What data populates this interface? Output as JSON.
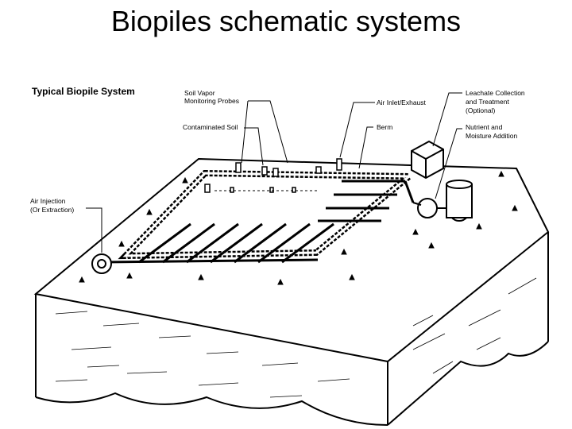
{
  "slide": {
    "title": "Biopiles schematic systems"
  },
  "diagram": {
    "heading": "Typical Biopile System",
    "labels": {
      "soil_vapor_1": "Soil Vapor",
      "soil_vapor_2": "Monitoring Probes",
      "air_inlet": "Air Inlet/Exhaust",
      "leachate_1": "Leachate Collection",
      "leachate_2": "and Treatment",
      "leachate_3": "(Optional)",
      "contaminated_soil": "Contaminated Soil",
      "berm": "Berm",
      "nutrient_1": "Nutrient and",
      "nutrient_2": "Moisture Addition",
      "air_injection_1": "Air Injection",
      "air_injection_2": "(Or Extraction)"
    }
  }
}
